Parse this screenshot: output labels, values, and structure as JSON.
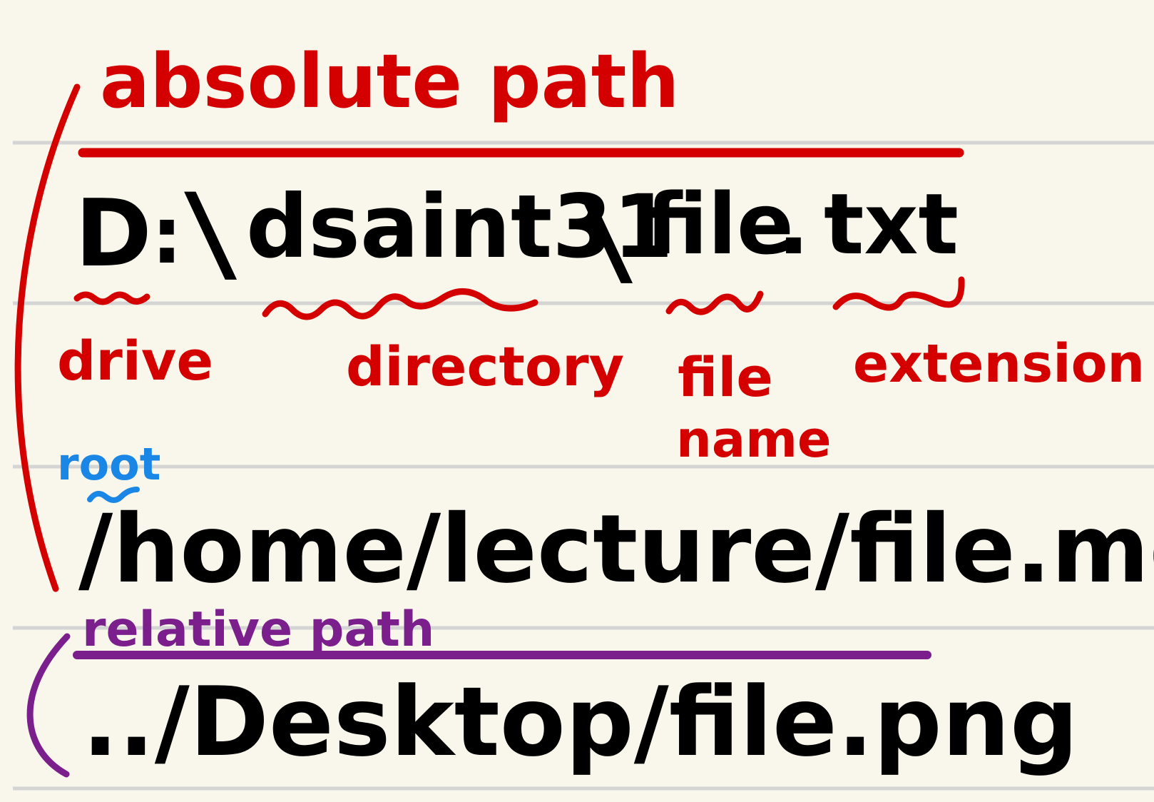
{
  "headings": {
    "absolute": "absolute path",
    "relative": "relative path"
  },
  "paths": {
    "windows": {
      "drive": "D",
      "colon": ":",
      "sep1": "\\",
      "directory": "dsaint31",
      "sep2": "\\",
      "filename": "file",
      "dot": ".",
      "extension": "txt"
    },
    "unix": "/home/lecture/file.md",
    "relative": "../Desktop/file.png"
  },
  "labels": {
    "drive": "drive",
    "directory": "directory",
    "file_line1": "file",
    "file_line2": "name",
    "extension": "extension",
    "root": "root"
  },
  "colors": {
    "paper": "#f9f7ec",
    "ruling": "#d4d4d4",
    "absolute_ink": "#d40000",
    "relative_ink": "#7a1f8c",
    "root_ink": "#1a86e6",
    "text_ink": "#000000"
  }
}
